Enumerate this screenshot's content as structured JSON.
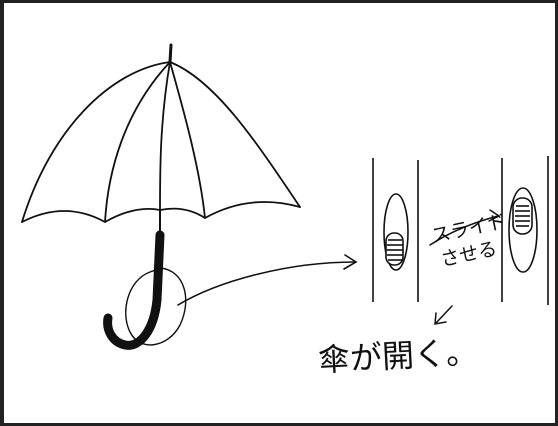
{
  "annotations": {
    "slide_line1": "スライド",
    "slide_line2": "させる",
    "result": "傘が開く。"
  },
  "colors": {
    "ink": "#111111",
    "frame": "#222222",
    "paper": "#ffffff"
  },
  "icons": [
    "umbrella-icon",
    "slider-switch-icon",
    "arrow-icon"
  ]
}
